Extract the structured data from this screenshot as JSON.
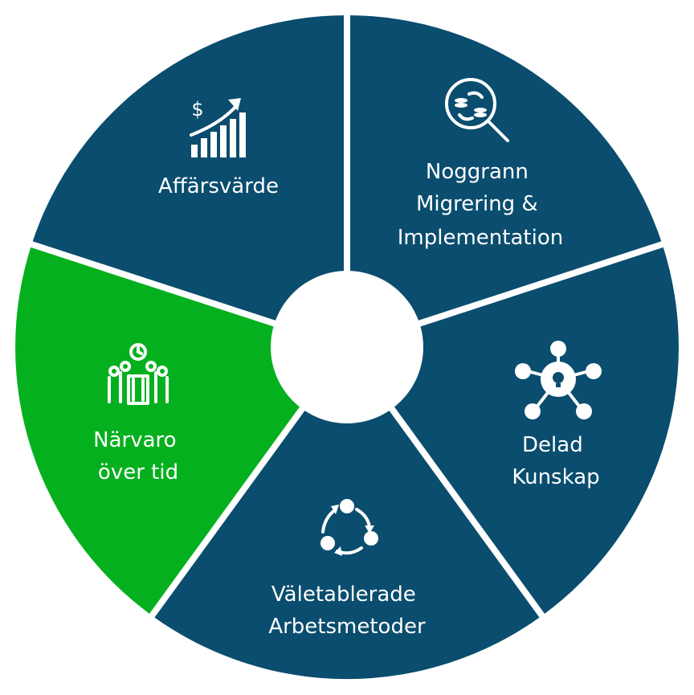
{
  "colors": {
    "segment_blue": "#0a4d6e",
    "segment_green": "#05b01f",
    "divider": "#ffffff",
    "hub": "#ffffff",
    "text": "#ffffff"
  },
  "segments": [
    {
      "id": "affarsvarde",
      "lines": [
        "Affärsvärde"
      ],
      "icon": "chart-growth-dollar-icon",
      "color": "#0a4d6e"
    },
    {
      "id": "migrering",
      "lines": [
        "Noggrann",
        "Migrering &",
        "Implementation"
      ],
      "icon": "magnifier-coins-icon",
      "color": "#0a4d6e"
    },
    {
      "id": "kunskap",
      "lines": [
        "Delad",
        "Kunskap"
      ],
      "icon": "network-head-bulb-icon",
      "color": "#0a4d6e"
    },
    {
      "id": "arbetsmetoder",
      "lines": [
        "Väletablerade",
        "Arbetsmetoder"
      ],
      "icon": "cycle-arrows-icon",
      "color": "#0a4d6e"
    },
    {
      "id": "narvaro",
      "lines": [
        "Närvaro",
        "över tid"
      ],
      "icon": "people-clock-icon",
      "color": "#05b01f"
    }
  ]
}
